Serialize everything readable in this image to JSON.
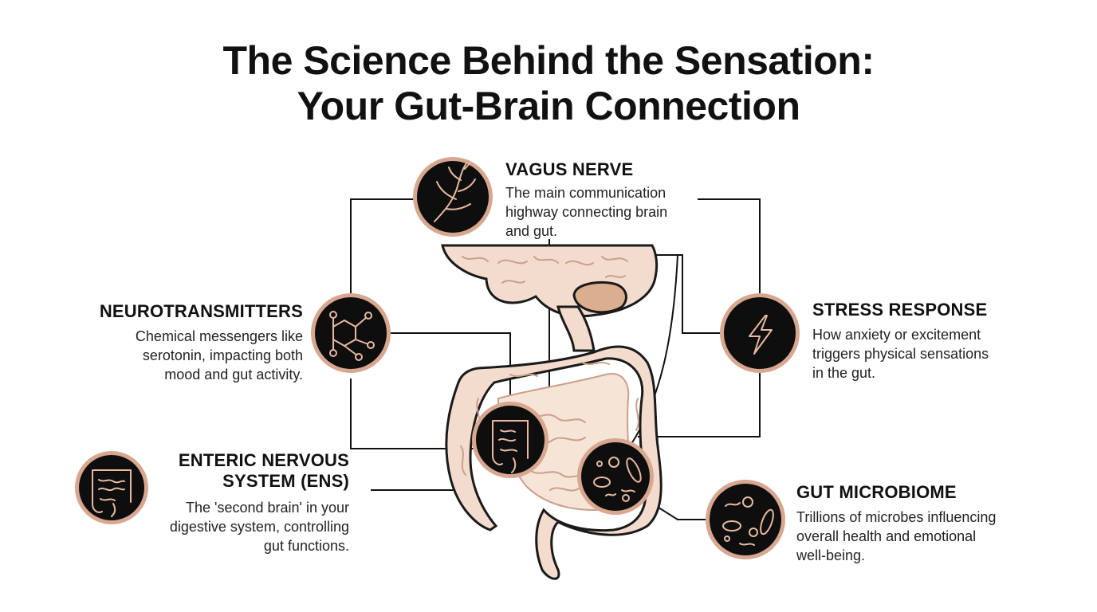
{
  "title": {
    "line1": "The Science Behind the Sensation:",
    "line2": "Your Gut-Brain Connection"
  },
  "nodes": {
    "vagus": {
      "heading": "VAGUS NERVE",
      "desc_lines": [
        "The main communication",
        "highway connecting brain",
        "and gut."
      ],
      "icon": "nerve-branch-icon"
    },
    "neuro": {
      "heading": "NEUROTRANSMITTERS",
      "desc_lines": [
        "Chemical messengers like",
        "serotonin, impacting both",
        "mood and gut activity."
      ],
      "icon": "molecule-icon"
    },
    "stress": {
      "heading": "STRESS RESPONSE",
      "desc_lines": [
        "How anxiety or excitement",
        "triggers physical sensations",
        "in the gut."
      ],
      "icon": "lightning-bolt-icon"
    },
    "ens": {
      "heading_lines": [
        "ENTERIC NERVOUS",
        "SYSTEM (ENS)"
      ],
      "desc_lines": [
        "The 'second brain' in your",
        "digestive system, controlling",
        "gut functions."
      ],
      "icon": "intestine-icon"
    },
    "microbiome": {
      "heading": "GUT MICROBIOME",
      "desc_lines": [
        "Trillions of microbes influencing",
        "overall health and emotional",
        "well-being."
      ],
      "icon": "microbes-icon"
    }
  },
  "colors": {
    "badge_ring": "#d8a78f",
    "badge_fill": "#0e0e0e",
    "organ_fill": "#f3dccd",
    "organ_stroke": "#1a1a1a",
    "icon_line": "#e9b9a0"
  }
}
